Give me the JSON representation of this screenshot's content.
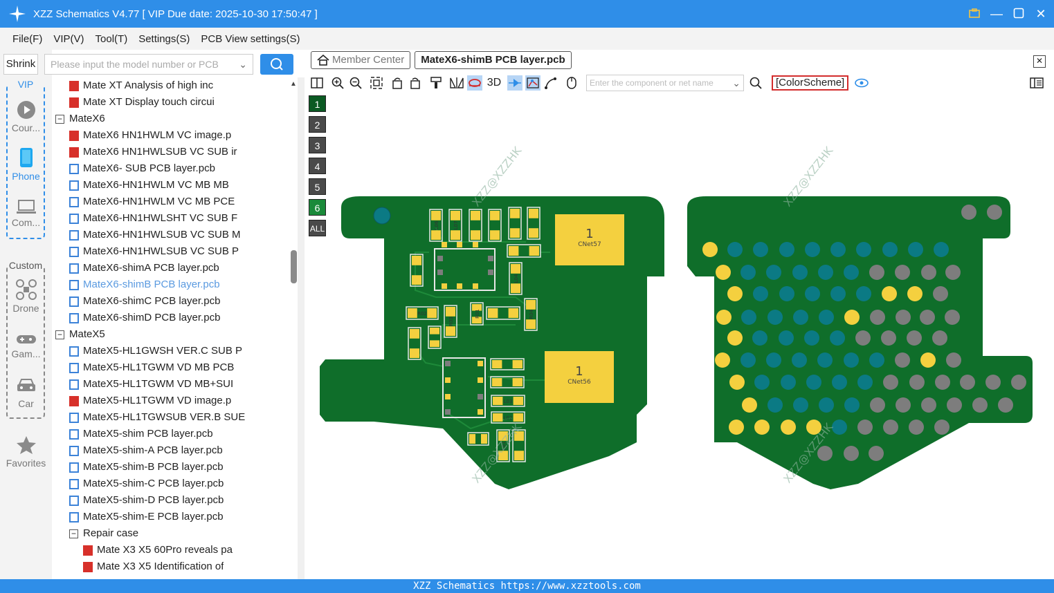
{
  "window": {
    "title": "XZZ Schematics V4.77 [ VIP Due date: 2025-10-30 17:50:47 ]"
  },
  "menu": [
    "File(F)",
    "VIP(V)",
    "Tool(T)",
    "Settings(S)",
    "PCB View settings(S)"
  ],
  "sidebar": {
    "shrink_label": "Shrink",
    "search_placeholder": "Please input the model number or PCB",
    "vip_label": "VIP",
    "custom_label": "Custom",
    "items": [
      {
        "label": "Cour...",
        "icon": "play-icon"
      },
      {
        "label": "Phone",
        "icon": "phone-icon"
      },
      {
        "label": "Com...",
        "icon": "laptop-icon"
      },
      {
        "label": "Drone",
        "icon": "drone-icon"
      },
      {
        "label": "Gam...",
        "icon": "gamepad-icon"
      },
      {
        "label": "Car",
        "icon": "car-icon"
      },
      {
        "label": "Favorites",
        "icon": "star-icon"
      }
    ]
  },
  "tree": [
    {
      "type": "pdf",
      "indent": 2,
      "text": "Mate XT Analysis of high inc"
    },
    {
      "type": "pdf",
      "indent": 2,
      "text": "Mate XT Display touch circui"
    },
    {
      "type": "folder",
      "indent": 1,
      "text": "MateX6"
    },
    {
      "type": "pdf",
      "indent": 2,
      "text": "MateX6 HN1HWLM VC image.p"
    },
    {
      "type": "pdf",
      "indent": 2,
      "text": "MateX6 HN1HWLSUB VC SUB ir"
    },
    {
      "type": "pcb",
      "indent": 2,
      "text": "MateX6- SUB PCB layer.pcb"
    },
    {
      "type": "pcb",
      "indent": 2,
      "text": "MateX6-HN1HWLM VC MB MB"
    },
    {
      "type": "pcb",
      "indent": 2,
      "text": "MateX6-HN1HWLM VC MB PCE"
    },
    {
      "type": "pcb",
      "indent": 2,
      "text": "MateX6-HN1HWLSHT VC SUB F"
    },
    {
      "type": "pcb",
      "indent": 2,
      "text": "MateX6-HN1HWLSUB VC SUB M"
    },
    {
      "type": "pcb",
      "indent": 2,
      "text": "MateX6-HN1HWLSUB VC SUB P"
    },
    {
      "type": "pcb",
      "indent": 2,
      "text": "MateX6-shimA PCB layer.pcb"
    },
    {
      "type": "pcb",
      "indent": 2,
      "text": "MateX6-shimB PCB layer.pcb",
      "selected": true
    },
    {
      "type": "pcb",
      "indent": 2,
      "text": "MateX6-shimC PCB layer.pcb"
    },
    {
      "type": "pcb",
      "indent": 2,
      "text": "MateX6-shimD PCB layer.pcb"
    },
    {
      "type": "folder",
      "indent": 1,
      "text": "MateX5"
    },
    {
      "type": "pcb",
      "indent": 2,
      "text": "MateX5-HL1GWSH VER.C SUB P"
    },
    {
      "type": "pcb",
      "indent": 2,
      "text": "MateX5-HL1TGWM VD MB PCB"
    },
    {
      "type": "pcb",
      "indent": 2,
      "text": "MateX5-HL1TGWM VD MB+SUI"
    },
    {
      "type": "pdf",
      "indent": 2,
      "text": "MateX5-HL1TGWM VD image.p"
    },
    {
      "type": "pcb",
      "indent": 2,
      "text": "MateX5-HL1TGWSUB VER.B SUE"
    },
    {
      "type": "pcb",
      "indent": 2,
      "text": "MateX5-shim PCB layer.pcb"
    },
    {
      "type": "pcb",
      "indent": 2,
      "text": "MateX5-shim-A PCB layer.pcb"
    },
    {
      "type": "pcb",
      "indent": 2,
      "text": "MateX5-shim-B PCB layer.pcb"
    },
    {
      "type": "pcb",
      "indent": 2,
      "text": "MateX5-shim-C PCB layer.pcb"
    },
    {
      "type": "pcb",
      "indent": 2,
      "text": "MateX5-shim-D PCB layer.pcb"
    },
    {
      "type": "pcb",
      "indent": 2,
      "text": "MateX5-shim-E PCB layer.pcb"
    },
    {
      "type": "folder",
      "indent": 2,
      "text": "Repair case"
    },
    {
      "type": "pdf",
      "indent": 3,
      "text": "Mate X3 X5 60Pro reveals pa"
    },
    {
      "type": "pdf",
      "indent": 3,
      "text": "Mate X3 X5 Identification of"
    }
  ],
  "tabs": {
    "member": "Member Center",
    "active": "MateX6-shimB PCB layer.pcb"
  },
  "toolbar": {
    "label_3d": "3D",
    "component_placeholder": "Enter the component or net name",
    "color_scheme": "[ColorScheme]"
  },
  "layers": [
    {
      "label": "1",
      "color": "#0b5a23"
    },
    {
      "label": "2",
      "color": "#4a4a4a"
    },
    {
      "label": "3",
      "color": "#4a4a4a"
    },
    {
      "label": "4",
      "color": "#4a4a4a"
    },
    {
      "label": "5",
      "color": "#4a4a4a"
    },
    {
      "label": "6",
      "color": "#1a8a3a"
    },
    {
      "label": "ALL",
      "color": "#4a4a4a"
    }
  ],
  "pcb": {
    "board_color": "#0f6e2a",
    "pad_color": "#f4d03f",
    "teal_pad": "#0b7a84",
    "grey_pad": "#7d7d7d",
    "big_pads": [
      {
        "num": "1",
        "net": "CNet57"
      },
      {
        "num": "1",
        "net": "CNet56"
      }
    ],
    "small_labels": [
      "L06",
      "L07",
      "L04",
      "R02",
      "R03",
      "R01",
      "R04",
      "L03",
      "L02",
      "L01"
    ],
    "watermark": "XZZ@XZZHK"
  },
  "status": "XZZ Schematics https://www.xzztools.com"
}
